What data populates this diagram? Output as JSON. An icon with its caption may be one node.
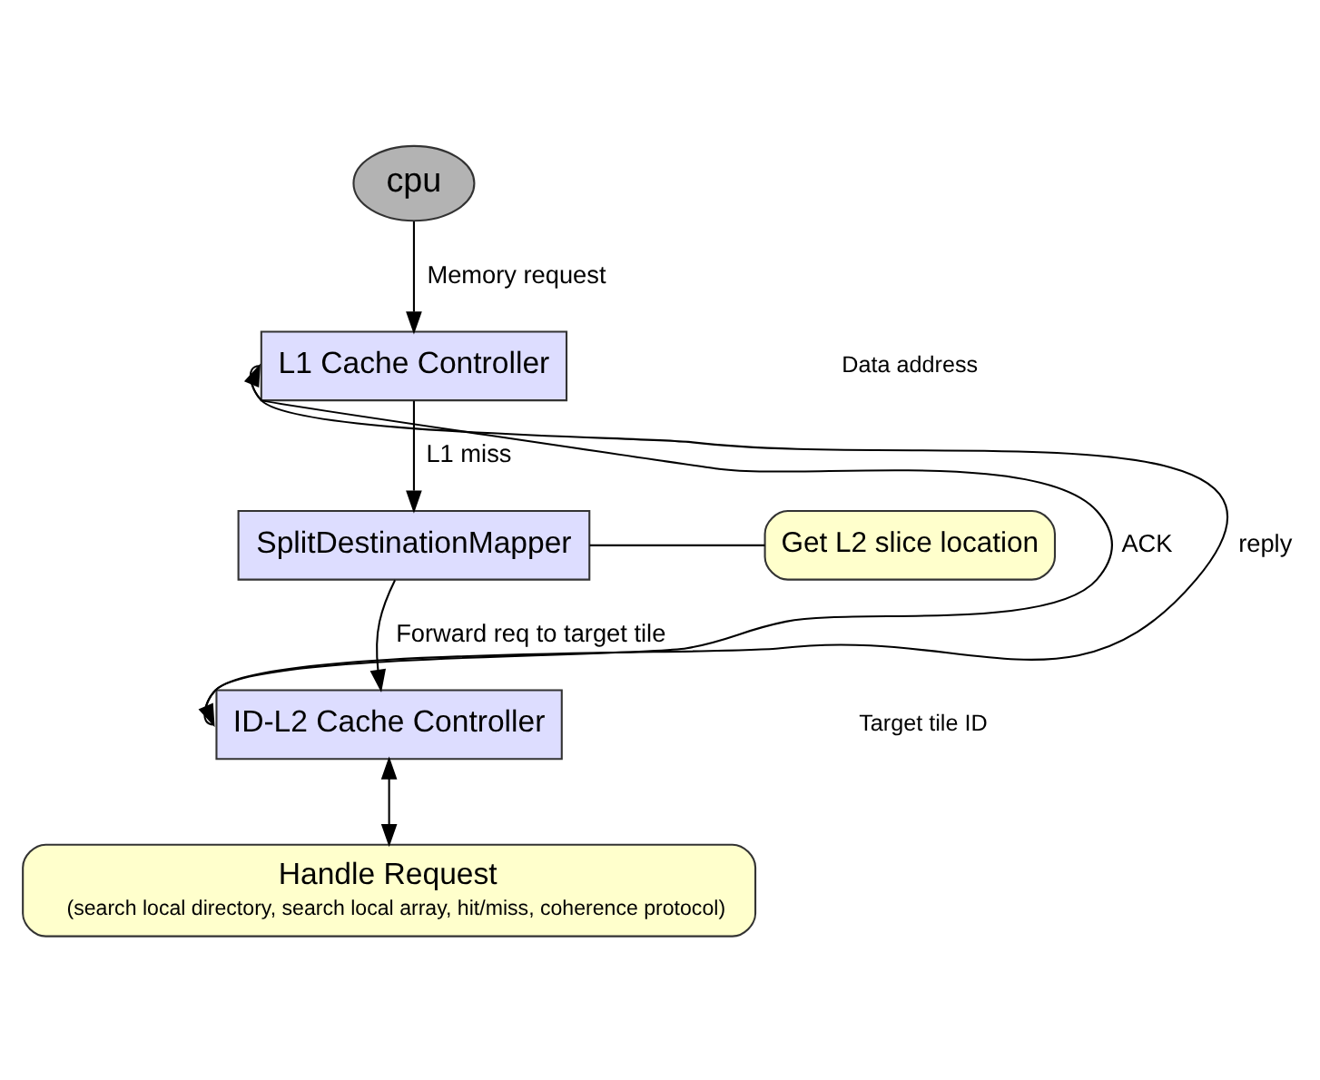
{
  "diagram": {
    "nodes": [
      {
        "text": [
          "cpu"
        ]
      },
      {
        "text": [
          "L1 Cache Controller"
        ]
      },
      {
        "text": [
          "SplitDestinationMapper"
        ]
      },
      {
        "text": [
          "Get L2 slice location"
        ]
      },
      {
        "text": [
          "ID-L2 Cache Controller"
        ]
      },
      {
        "text": [
          "Handle Request",
          "(search local directory, search local array, hit/miss, coherence protocol)"
        ]
      }
    ],
    "edges": [
      {
        "from": 0,
        "to": 1,
        "arrow": "to",
        "label": "Memory request"
      },
      {
        "from": 1,
        "to": 2,
        "arrow": "to",
        "label": "L1 miss"
      },
      {
        "from": 2,
        "to": 3,
        "arrow": "none"
      },
      {
        "from": 2,
        "to": 4,
        "arrow": "to",
        "label": "Forward req to target tile"
      },
      {
        "from": 4,
        "to": 5,
        "arrow": "both"
      },
      {
        "from": 1,
        "to": 4,
        "arrow": "to",
        "label": "ACK"
      },
      {
        "from": 4,
        "to": 1,
        "arrow": "to",
        "label": "reply"
      }
    ],
    "labels": [
      "Data address",
      "Target tile ID"
    ]
  }
}
